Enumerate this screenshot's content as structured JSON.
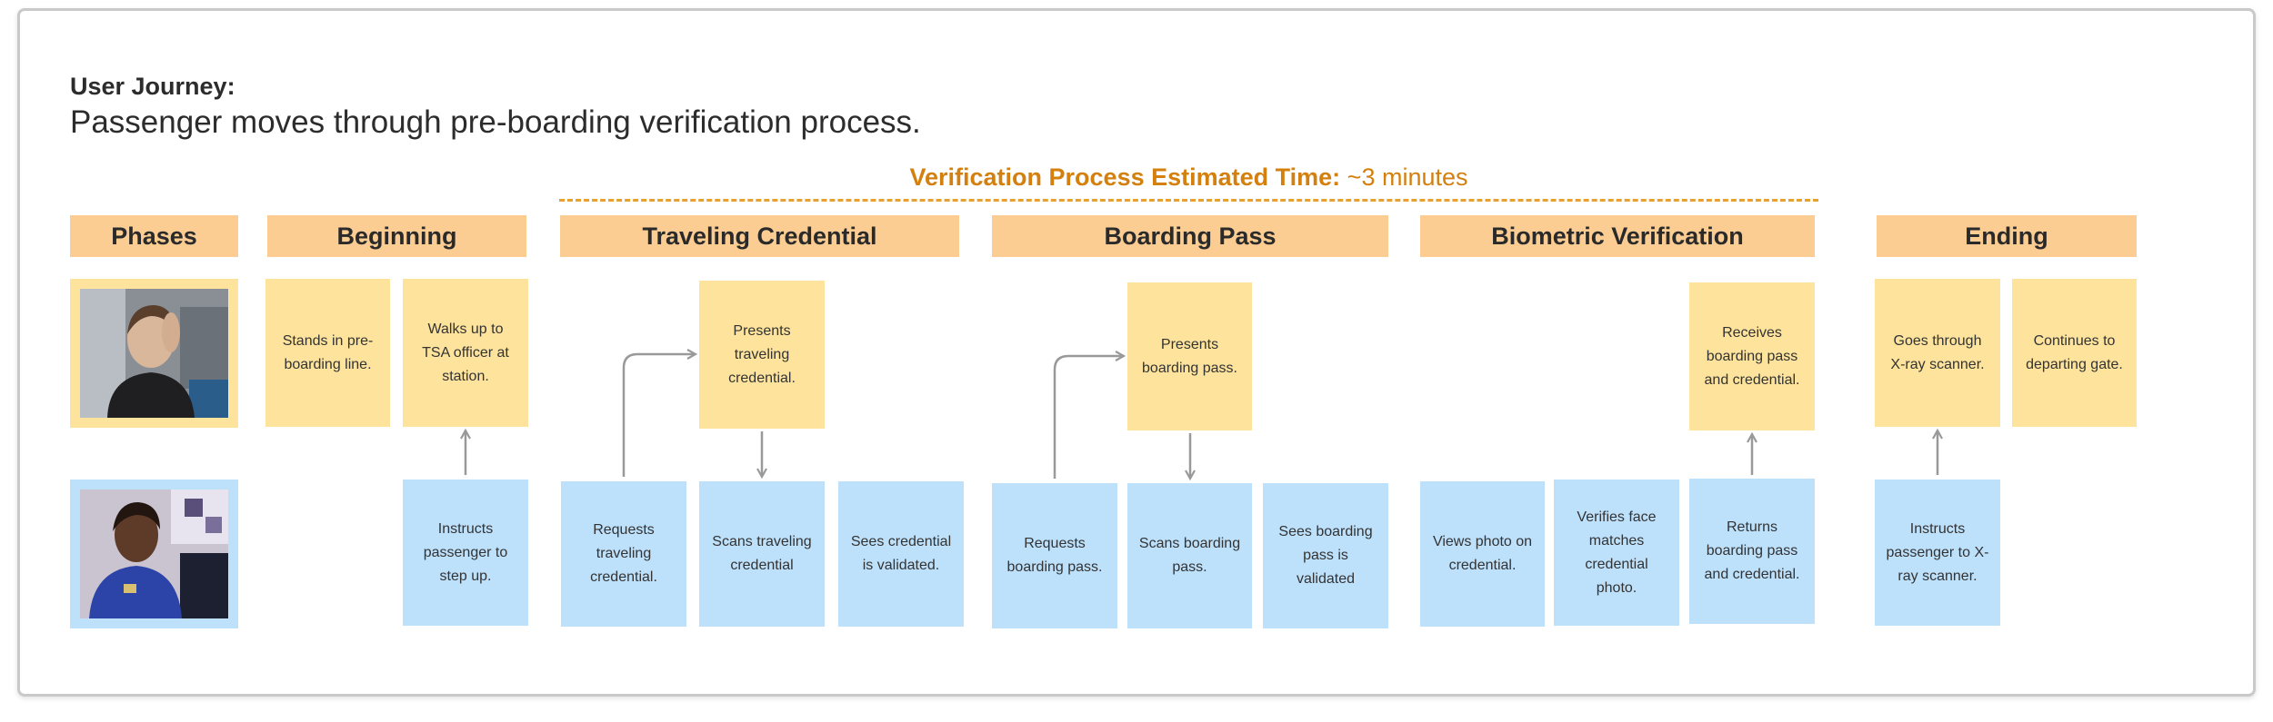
{
  "title": {
    "label": "User Journey:",
    "text": "Passenger moves through pre-boarding verification process."
  },
  "estimate": {
    "label": "Verification Process Estimated Time:",
    "value": " ~3 minutes"
  },
  "phases": {
    "phases": "Phases",
    "beginning": "Beginning",
    "traveling_credential": "Traveling Credential",
    "boarding_pass": "Boarding Pass",
    "biometric": "Biometric Verification",
    "ending": "Ending"
  },
  "passenger": {
    "stands": "Stands in pre-boarding line.",
    "walks": "Walks up to TSA officer at station.",
    "presents_credential": "Presents traveling credential.",
    "presents_pass": "Presents boarding pass.",
    "receives": "Receives boarding pass and credential.",
    "xray": "Goes through X-ray scanner.",
    "continues": "Continues to departing gate."
  },
  "officer": {
    "instructs_step": "Instructs passenger to step up.",
    "requests_credential": "Requests traveling credential.",
    "scans_credential": "Scans traveling credential",
    "sees_credential": "Sees credential is validated.",
    "requests_pass": "Requests boarding pass.",
    "scans_pass": "Scans boarding pass.",
    "sees_pass": "Sees boarding pass is validated",
    "views_photo": "Views photo on credential.",
    "verifies_face": "Verifies face matches credential photo.",
    "returns": "Returns boarding pass and credential.",
    "instructs_xray": "Instructs passenger to X-ray scanner."
  },
  "colors": {
    "phase_header": "#fbcd92",
    "passenger_card": "#fde39c",
    "officer_card": "#bde0fb",
    "estimate_accent": "#d4800f",
    "arrow": "#999999"
  }
}
